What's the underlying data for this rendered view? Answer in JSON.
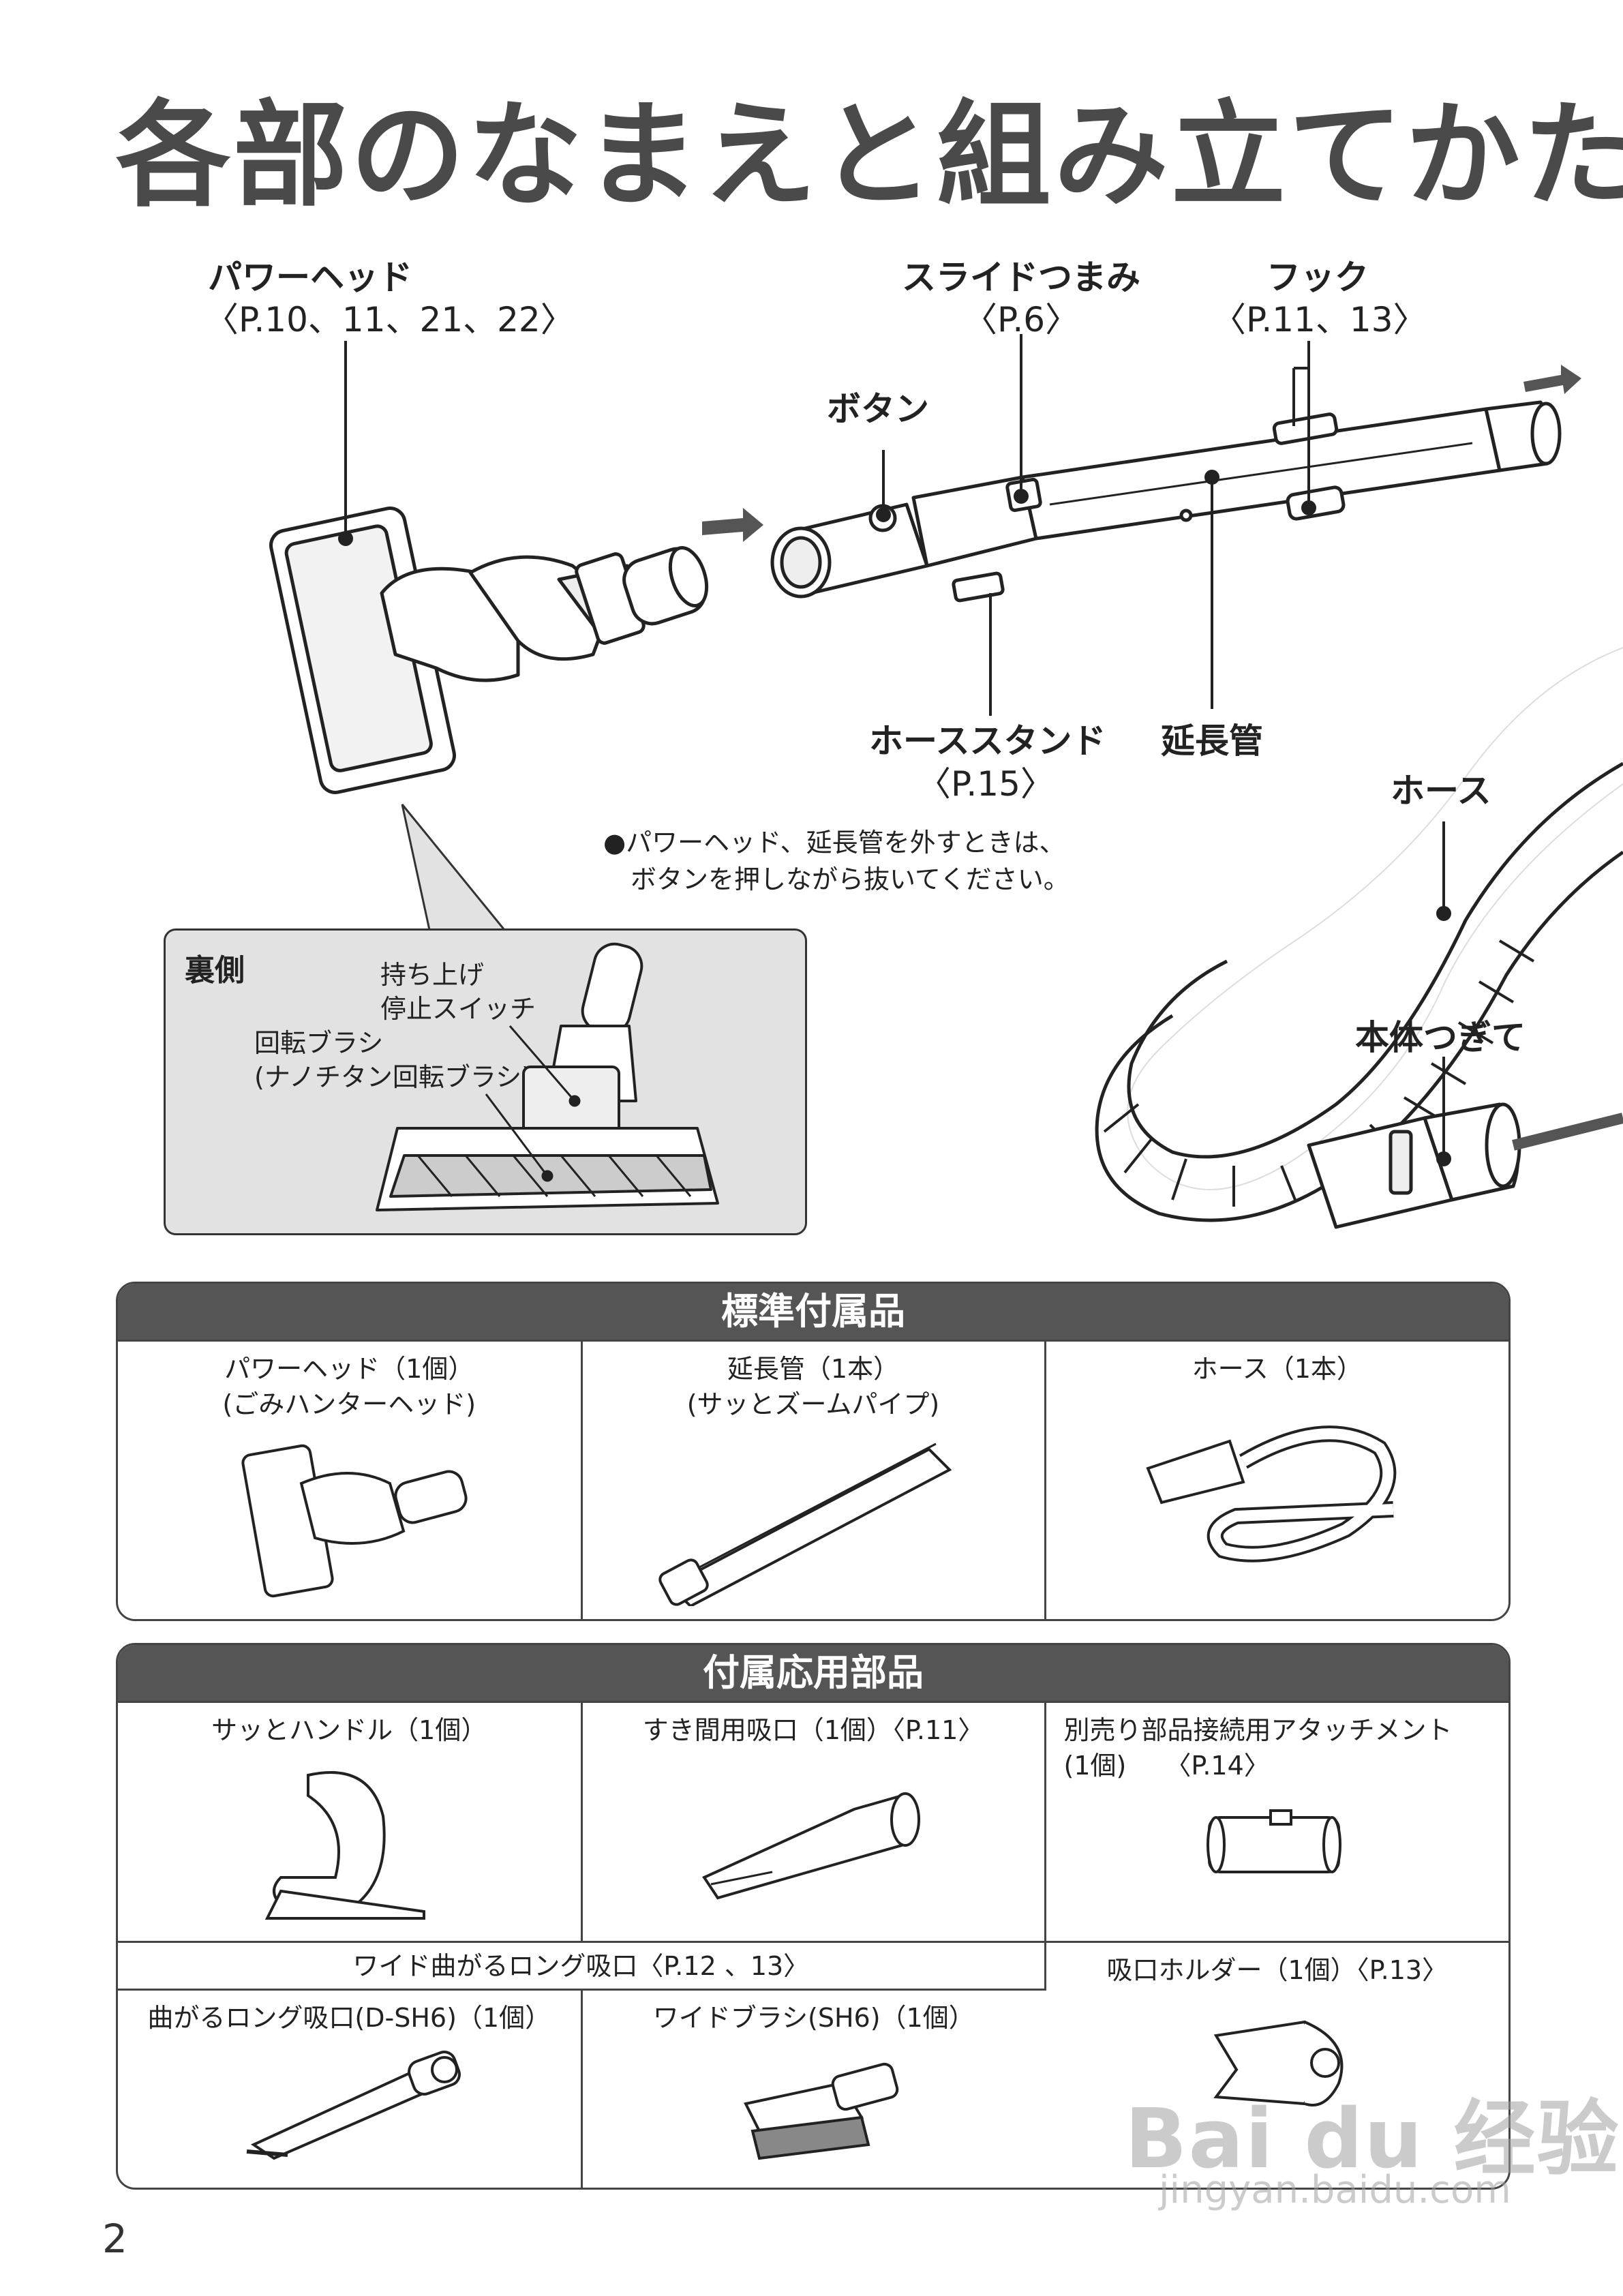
{
  "title": "各部のなまえと組み立てかた",
  "parts": {
    "power_head": {
      "name": "パワーヘッド",
      "ref": "〈P.10、11、21、22〉"
    },
    "slide_knob": {
      "name": "スライドつまみ",
      "ref": "〈P.6〉"
    },
    "hook": {
      "name": "フック",
      "ref": "〈P.11、13〉"
    },
    "button": {
      "name": "ボタン"
    },
    "hose_stand": {
      "name": "ホーススタンド",
      "ref": "〈P.15〉"
    },
    "extension_pipe": {
      "name": "延長管"
    },
    "hose": {
      "name": "ホース"
    },
    "body_joint": {
      "name": "本体つぎて"
    }
  },
  "note_lines": [
    "●パワーヘッド、延長管を外すときは、",
    "ボタンを押しながら抜いてください。"
  ],
  "inset": {
    "label": "裏側",
    "lift_stop": [
      "持ち上げ",
      "停止スイッチ"
    ],
    "brush": [
      "回転ブラシ",
      "(ナノチタン回転ブラシ)"
    ]
  },
  "standard": {
    "header": "標準付属品",
    "items": [
      {
        "lines": [
          "パワーヘッド（1個）",
          "(ごみハンターヘッド)"
        ]
      },
      {
        "lines": [
          "延長管（1本）",
          "(サッとズームパイプ)"
        ]
      },
      {
        "lines": [
          "ホース（1本）"
        ]
      }
    ]
  },
  "applied": {
    "header": "付属応用部品",
    "items": [
      {
        "lines": [
          "サッとハンドル（1個）"
        ]
      },
      {
        "lines": [
          "すき間用吸口（1個）〈P.11〉"
        ]
      },
      {
        "lines": [
          "別売り部品接続用アタッチメント",
          "(1個)　　〈P.14〉"
        ]
      }
    ],
    "wide_group": "ワイド曲がるロング吸口〈P.12 、13〉",
    "bend_long": "曲がるロング吸口(D-SH6)（1個）",
    "wide_brush": "ワイドブラシ(SH6)（1個）",
    "holder": "吸口ホルダー（1個）〈P.13〉"
  },
  "page_number": "2",
  "watermark": {
    "brand": "Bai du 经验",
    "url": "jingyan.baidu.com"
  }
}
